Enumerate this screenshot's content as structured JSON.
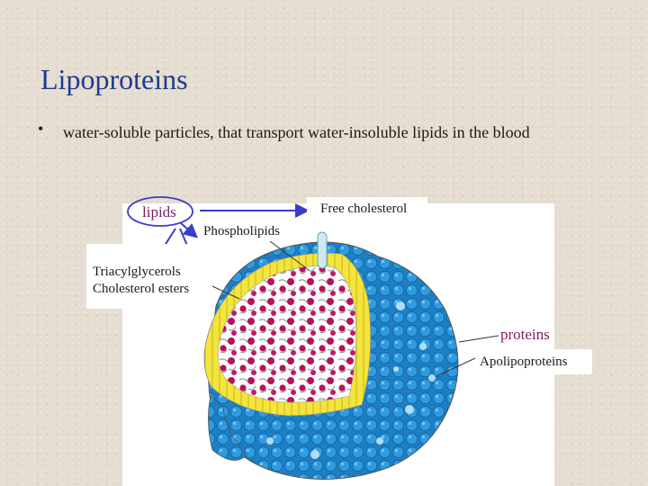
{
  "slide": {
    "title": "Lipoproteins",
    "bullet_marker": "•",
    "bullet_text": "water-soluble particles, that transport water-insoluble lipids in the blood"
  },
  "diagram": {
    "labels": {
      "lipids": "lipids",
      "phospholipids": "Phospholipids",
      "free_cholesterol": "Free cholesterol",
      "triacylglycerols": "Triacylglycerols",
      "cholesterol_esters": "Cholesterol esters",
      "proteins": "proteins",
      "apolipoproteins": "Apolipoproteins"
    },
    "colors": {
      "title": "#1f3c8c",
      "highlight_label": "#7b1f5b",
      "arrow": "#3a3acc",
      "shell_blue": "#2a8fd0",
      "phospholipid_yellow": "#f2e23a",
      "core_magenta": "#b8105a"
    }
  }
}
